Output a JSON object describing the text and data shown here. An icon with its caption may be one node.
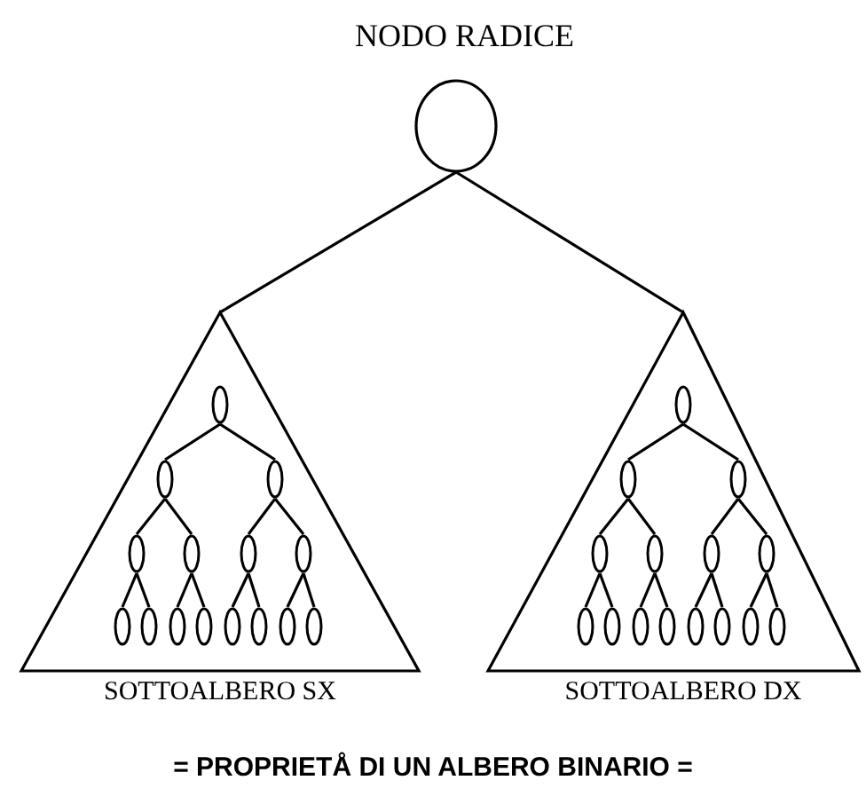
{
  "diagram": {
    "caption": "= PROPRIETÅ DI UN ALBERO BINARIO =",
    "nodes": [
      {
        "text": [
          "NODO RADICE"
        ]
      },
      {
        "text": [
          "SOTTOALBERO SX"
        ]
      },
      {
        "text": [
          "SOTTOALBERO DX"
        ]
      },
      {
        "text": [],
        "shape": "ellipse",
        "in": 1
      },
      {
        "text": [],
        "shape": "ellipse",
        "in": 1
      },
      {
        "text": [],
        "shape": "ellipse",
        "in": 1
      },
      {
        "text": [],
        "shape": "ellipse",
        "in": 1
      },
      {
        "text": [],
        "shape": "ellipse",
        "in": 1
      },
      {
        "text": [],
        "shape": "ellipse",
        "in": 1
      },
      {
        "text": [],
        "shape": "ellipse",
        "in": 1
      },
      {
        "text": [],
        "shape": "ellipse",
        "in": 1
      },
      {
        "text": [],
        "shape": "ellipse",
        "in": 1
      },
      {
        "text": [],
        "shape": "ellipse",
        "in": 1
      },
      {
        "text": [],
        "shape": "ellipse",
        "in": 1
      },
      {
        "text": [],
        "shape": "ellipse",
        "in": 1
      },
      {
        "text": [],
        "shape": "ellipse",
        "in": 1
      },
      {
        "text": [],
        "shape": "ellipse",
        "in": 1
      },
      {
        "text": [],
        "shape": "ellipse",
        "in": 1
      },
      {
        "text": [],
        "shape": "ellipse",
        "in": 2
      },
      {
        "text": [],
        "shape": "ellipse",
        "in": 2
      },
      {
        "text": [],
        "shape": "ellipse",
        "in": 2
      },
      {
        "text": [],
        "shape": "ellipse",
        "in": 2
      },
      {
        "text": [],
        "shape": "ellipse",
        "in": 2
      },
      {
        "text": [],
        "shape": "ellipse",
        "in": 2
      },
      {
        "text": [],
        "shape": "ellipse",
        "in": 2
      },
      {
        "text": [],
        "shape": "ellipse",
        "in": 2
      },
      {
        "text": [],
        "shape": "ellipse",
        "in": 2
      },
      {
        "text": [],
        "shape": "ellipse",
        "in": 2
      },
      {
        "text": [],
        "shape": "ellipse",
        "in": 2
      },
      {
        "text": [],
        "shape": "ellipse",
        "in": 2
      },
      {
        "text": [],
        "shape": "ellipse",
        "in": 2
      },
      {
        "text": [],
        "shape": "ellipse",
        "in": 2
      },
      {
        "text": [],
        "shape": "ellipse",
        "in": 2
      }
    ],
    "edges": [
      {
        "from": 0,
        "to": 1,
        "arrow": "none"
      },
      {
        "from": 0,
        "to": 2,
        "arrow": "none"
      },
      {
        "from": 3,
        "to": 4,
        "arrow": "none"
      },
      {
        "from": 3,
        "to": 5,
        "arrow": "none"
      },
      {
        "from": 4,
        "to": 6,
        "arrow": "none"
      },
      {
        "from": 4,
        "to": 7,
        "arrow": "none"
      },
      {
        "from": 5,
        "to": 8,
        "arrow": "none"
      },
      {
        "from": 5,
        "to": 9,
        "arrow": "none"
      },
      {
        "from": 6,
        "to": 10,
        "arrow": "none"
      },
      {
        "from": 6,
        "to": 11,
        "arrow": "none"
      },
      {
        "from": 7,
        "to": 12,
        "arrow": "none"
      },
      {
        "from": 7,
        "to": 13,
        "arrow": "none"
      },
      {
        "from": 8,
        "to": 14,
        "arrow": "none"
      },
      {
        "from": 8,
        "to": 15,
        "arrow": "none"
      },
      {
        "from": 9,
        "to": 16,
        "arrow": "none"
      },
      {
        "from": 9,
        "to": 17,
        "arrow": "none"
      },
      {
        "from": 18,
        "to": 19,
        "arrow": "none"
      },
      {
        "from": 18,
        "to": 20,
        "arrow": "none"
      },
      {
        "from": 19,
        "to": 21,
        "arrow": "none"
      },
      {
        "from": 19,
        "to": 22,
        "arrow": "none"
      },
      {
        "from": 20,
        "to": 23,
        "arrow": "none"
      },
      {
        "from": 20,
        "to": 24,
        "arrow": "none"
      },
      {
        "from": 21,
        "to": 25,
        "arrow": "none"
      },
      {
        "from": 21,
        "to": 26,
        "arrow": "none"
      },
      {
        "from": 22,
        "to": 27,
        "arrow": "none"
      },
      {
        "from": 22,
        "to": 28,
        "arrow": "none"
      },
      {
        "from": 23,
        "to": 29,
        "arrow": "none"
      },
      {
        "from": 23,
        "to": 30,
        "arrow": "none"
      },
      {
        "from": 24,
        "to": 31,
        "arrow": "none"
      },
      {
        "from": 24,
        "to": 32,
        "arrow": "none"
      }
    ]
  }
}
